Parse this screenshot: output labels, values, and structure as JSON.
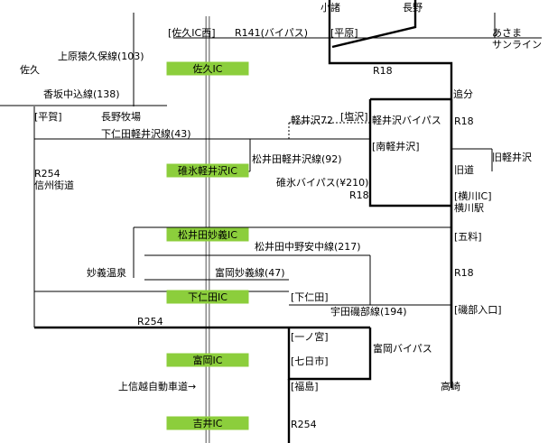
{
  "interchanges": {
    "saku": "佐久IC",
    "usui_karuizawa": "碓氷軽井沢IC",
    "matsuida_myogi": "松井田妙義IC",
    "shimonita": "下仁田IC",
    "tomioka": "富岡IC",
    "yoshii": "吉井IC"
  },
  "places": {
    "komoro": "小諸",
    "nagano": "長野",
    "asama_sunline": "あさま\nサンライン",
    "saku": "佐久",
    "oiwake": "追分",
    "kyu_karuizawa": "旧軽井沢",
    "yokokawa_eki": "横川駅",
    "myogi_onsen": "妙義温泉",
    "takasaki": "高崎",
    "nagano_bokujo": "長野牧場",
    "jojo_expressway": "上信越自動車道→"
  },
  "junctions": {
    "saku_ic_west": "[佐久IC西]",
    "hirahara": "[平原]",
    "hiraga": "[平賀]",
    "shiozawa": "[塩沢]",
    "minami_karuizawa": "[南軽井沢]",
    "yokokawa_ic": "[横川IC]",
    "goryo": "[五料]",
    "shimonita": "[下仁田]",
    "isobe_iriguchi": "[磯部入口]",
    "ichinomiya": "[一ノ宮]",
    "nanokaichi": "[七日市]",
    "fukushima": "[福島]"
  },
  "roads": {
    "r141_bypass": "R141(バイパス)",
    "r18_a": "R18",
    "r18_b": "R18",
    "r18_c": "R18",
    "r18_d": "R18",
    "r254_a": "R254\n信州街道",
    "r254_b": "R254",
    "r254_c": "R254",
    "kyu_michi": "旧道",
    "uehara_sakuho": "上原猿久保線(103)",
    "kosaka_nakagomi": "香坂中込線(138)",
    "shimonita_karuizawa": "下仁田軽井沢線(43)",
    "karuizawa72": "軽井沢72",
    "karuizawa_bypass": "軽井沢バイパス",
    "matsuida_karuizawa": "松井田軽井沢線(92)",
    "usui_bypass": "碓氷バイパス(¥210)",
    "matsuida_nakano": "松井田中野安中線(217)",
    "tomioka_myogi": "富岡妙義線(47)",
    "uda_isobe": "宇田磯部線(194)",
    "tomioka_bypass": "富岡バイパス"
  },
  "colors": {
    "ic_box": "#8cce3c",
    "expressway": "#8c8c8c"
  }
}
